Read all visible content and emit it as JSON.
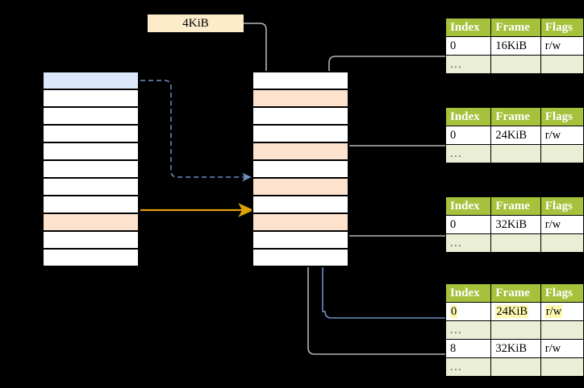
{
  "diagram": {
    "title_label": "4KiB",
    "virtual_column": {
      "name": "virtual-address-space",
      "rows": [
        {
          "fill": "blue"
        },
        {
          "fill": "white"
        },
        {
          "fill": "white"
        },
        {
          "fill": "white"
        },
        {
          "fill": "white"
        },
        {
          "fill": "white"
        },
        {
          "fill": "white"
        },
        {
          "fill": "white"
        },
        {
          "fill": "peach"
        },
        {
          "fill": "white"
        },
        {
          "fill": "white"
        }
      ]
    },
    "physical_column": {
      "name": "physical-memory",
      "rows": [
        {
          "fill": "white"
        },
        {
          "fill": "peach"
        },
        {
          "fill": "white"
        },
        {
          "fill": "white"
        },
        {
          "fill": "peach"
        },
        {
          "fill": "white"
        },
        {
          "fill": "peach"
        },
        {
          "fill": "white"
        },
        {
          "fill": "peach"
        },
        {
          "fill": "white"
        },
        {
          "fill": "white"
        }
      ]
    },
    "tables": [
      {
        "name": "page-table-level-1",
        "headers": [
          "Index",
          "Frame",
          "Flags"
        ],
        "rows": [
          {
            "cells": [
              "0",
              "16KiB",
              "r/w"
            ],
            "ellipsis": false,
            "highlight": false
          },
          {
            "cells": [
              "...",
              "",
              ""
            ],
            "ellipsis": true,
            "highlight": false
          }
        ]
      },
      {
        "name": "page-table-level-2",
        "headers": [
          "Index",
          "Frame",
          "Flags"
        ],
        "rows": [
          {
            "cells": [
              "0",
              "24KiB",
              "r/w"
            ],
            "ellipsis": false,
            "highlight": false
          },
          {
            "cells": [
              "...",
              "",
              ""
            ],
            "ellipsis": true,
            "highlight": false
          }
        ]
      },
      {
        "name": "page-table-level-3",
        "headers": [
          "Index",
          "Frame",
          "Flags"
        ],
        "rows": [
          {
            "cells": [
              "0",
              "32KiB",
              "r/w"
            ],
            "ellipsis": false,
            "highlight": false
          },
          {
            "cells": [
              "...",
              "",
              ""
            ],
            "ellipsis": true,
            "highlight": false
          }
        ]
      },
      {
        "name": "page-table-level-4",
        "headers": [
          "Index",
          "Frame",
          "Flags"
        ],
        "rows": [
          {
            "cells": [
              "0",
              "24KiB",
              "r/w"
            ],
            "ellipsis": false,
            "highlight": true
          },
          {
            "cells": [
              "...",
              "",
              ""
            ],
            "ellipsis": true,
            "highlight": false
          },
          {
            "cells": [
              "8",
              "32KiB",
              "r/w"
            ],
            "ellipsis": false,
            "highlight": false
          },
          {
            "cells": [
              "...",
              "",
              ""
            ],
            "ellipsis": true,
            "highlight": false
          }
        ]
      }
    ],
    "colors": {
      "header_green": "#a6c13c",
      "ellipsis_green": "#e9eed4",
      "highlight_yellow": "#fdf8b0",
      "selected_blue": "#dbe8fb",
      "mapped_peach": "#fde3ce",
      "label_cream": "#fcecca",
      "arrow_gray": "#b5b5b5",
      "arrow_blue": "#6b8fc4",
      "arrow_orange": "#e0a106"
    }
  }
}
